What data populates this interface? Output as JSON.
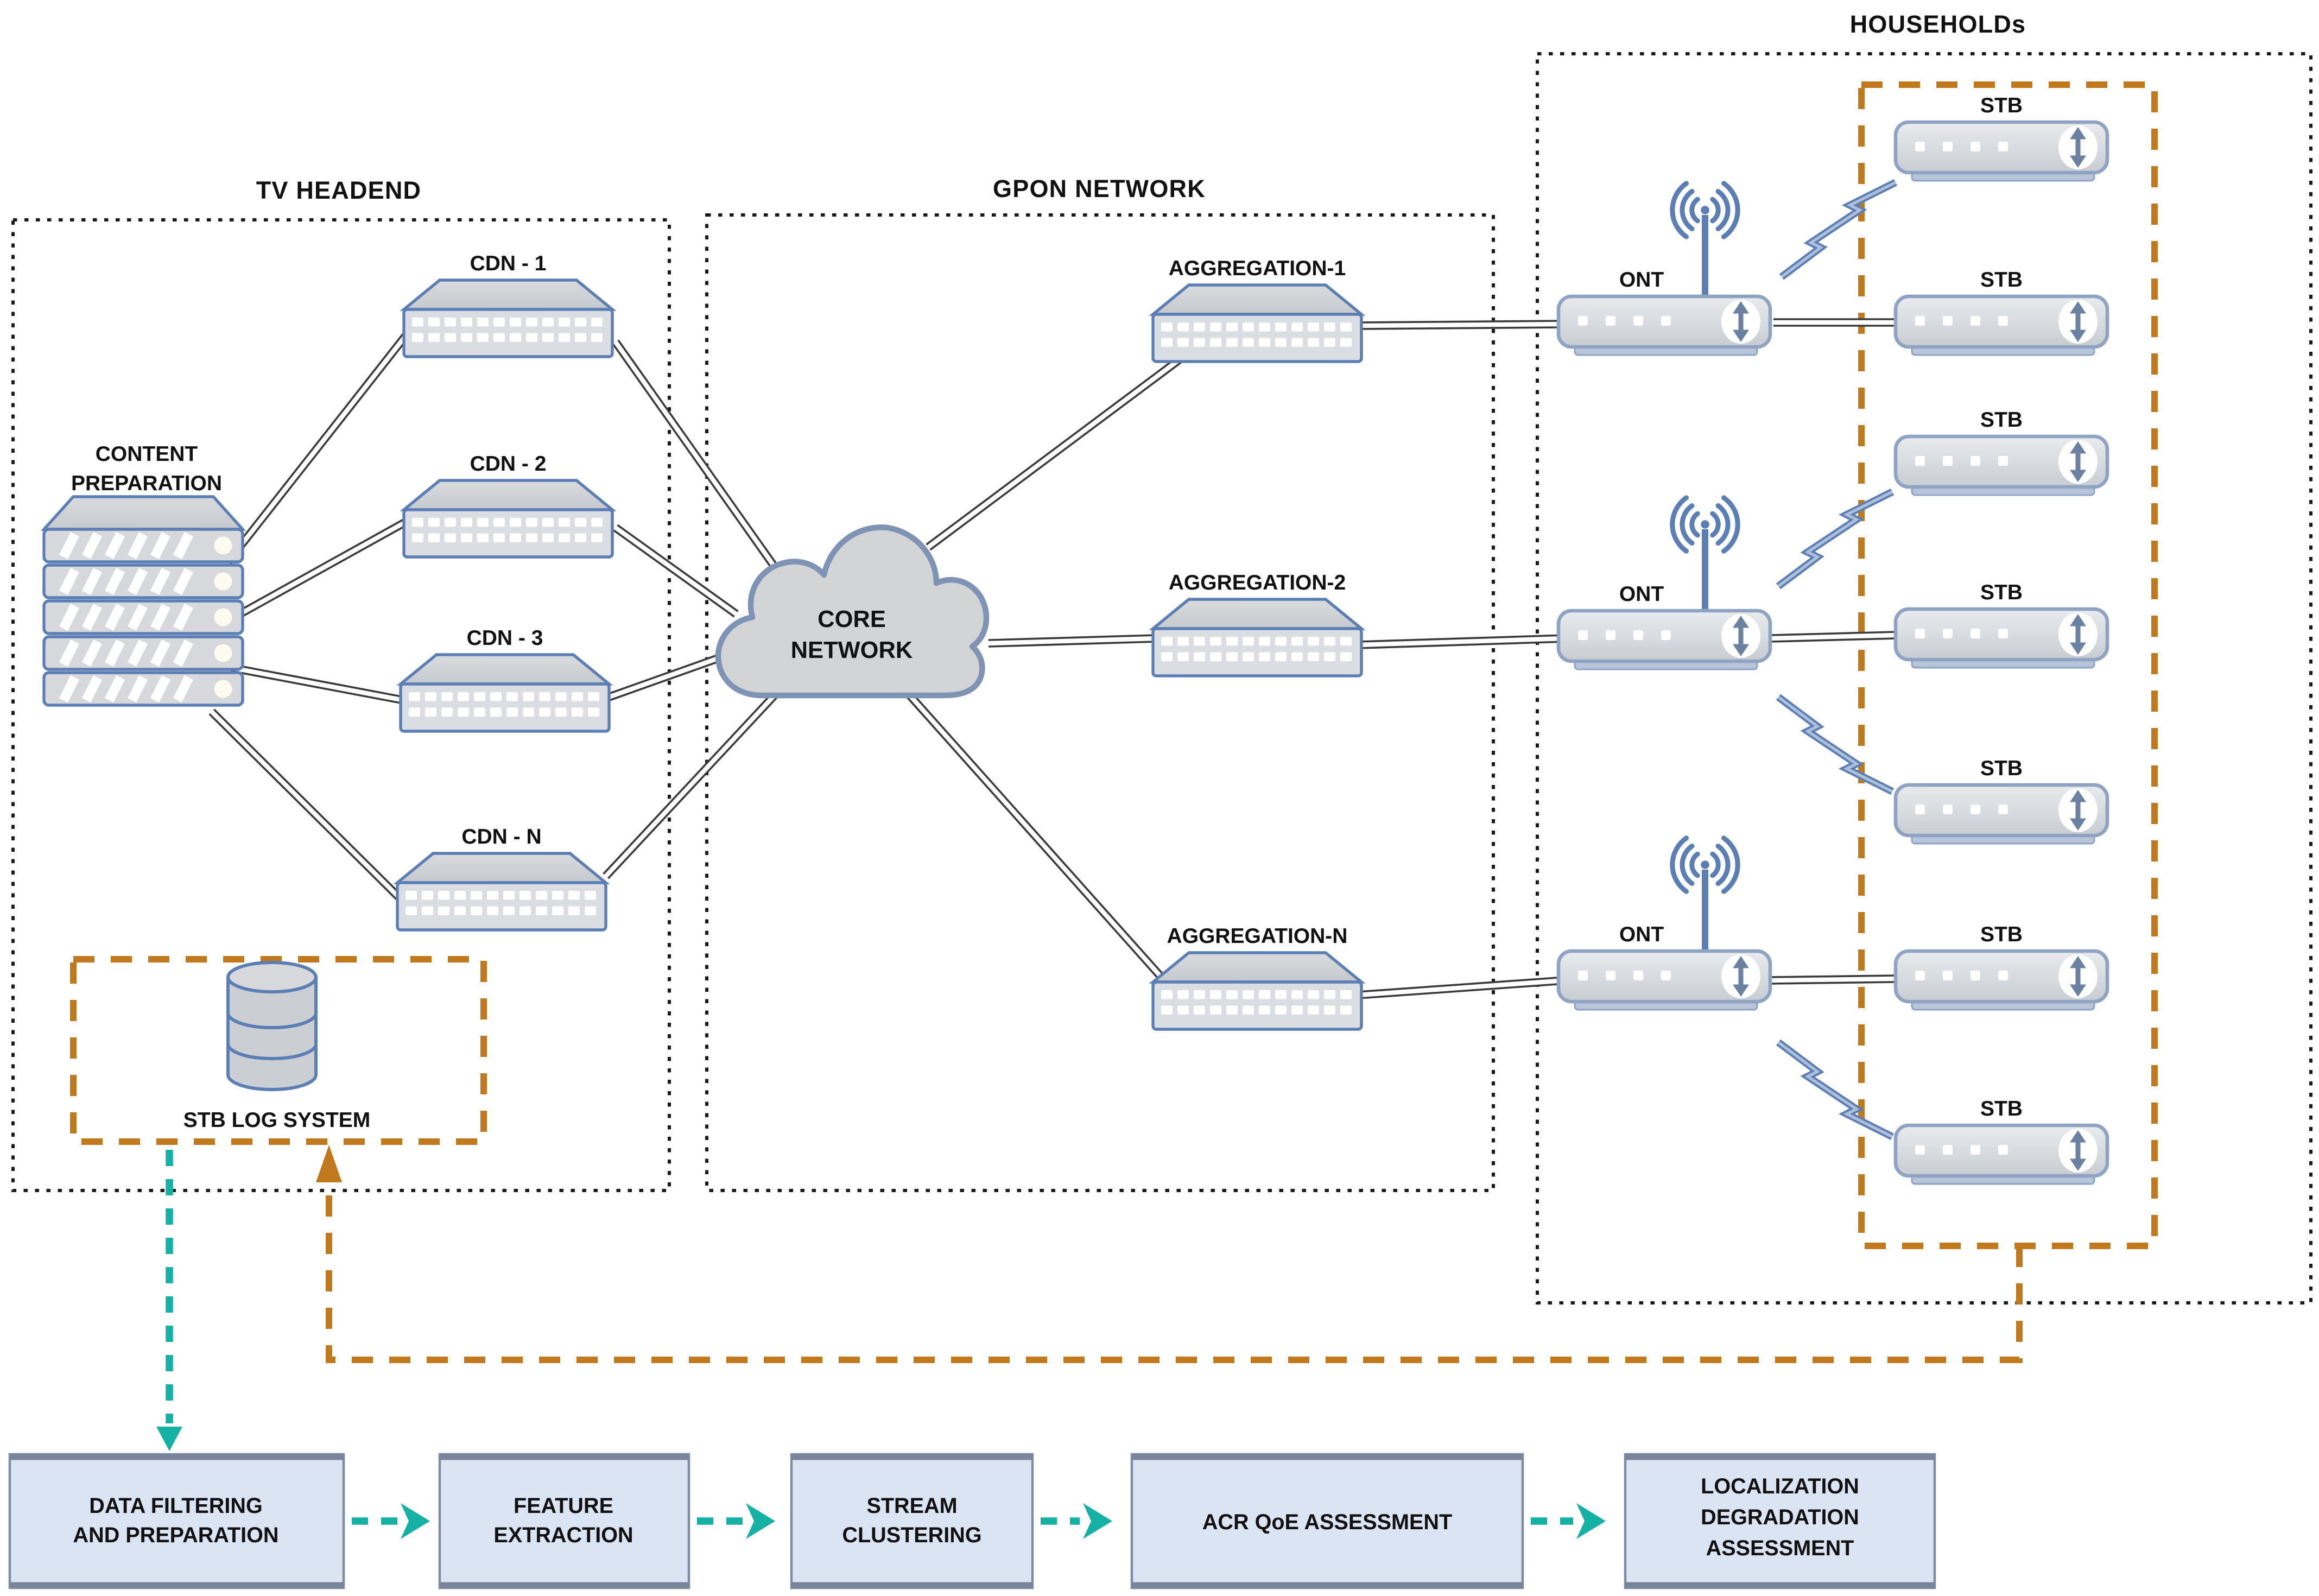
{
  "sections": {
    "tv_headend": {
      "label": "TV HEADEND"
    },
    "gpon": {
      "label": "GPON NETWORK"
    },
    "households": {
      "label": "HOUSEHOLDs"
    }
  },
  "nodes": {
    "content_preparation": {
      "label": [
        "CONTENT",
        "PREPARATION"
      ]
    },
    "cdns": [
      "CDN - 1",
      "CDN - 2",
      "CDN - 3",
      "CDN - N"
    ],
    "core_network": {
      "label": [
        "CORE",
        "NETWORK"
      ]
    },
    "aggregations": [
      "AGGREGATION-1",
      "AGGREGATION-2",
      "AGGREGATION-N"
    ],
    "ont_label": "ONT",
    "stb_label": "STB",
    "stb_log": {
      "label": "STB LOG SYSTEM"
    }
  },
  "pipeline": {
    "steps": [
      {
        "lines": [
          "DATA FILTERING",
          "AND PREPARATION"
        ]
      },
      {
        "lines": [
          "FEATURE",
          "EXTRACTION"
        ]
      },
      {
        "lines": [
          "STREAM",
          "CLUSTERING"
        ]
      },
      {
        "lines": [
          "ACR QoE ASSESSMENT"
        ]
      },
      {
        "lines": [
          "LOCALIZATION",
          "DEGRADATION",
          "ASSESSMENT"
        ]
      }
    ]
  },
  "colors": {
    "section_border": "#1a1a1a",
    "highlight_orange": "#c07a1d",
    "flow_teal": "#16b1a5",
    "device_outline": "#5b7fb5",
    "device_fill": "#d5d7da",
    "pipeline_fill": "#dbe4f3",
    "pipeline_border": "#7e8ca6",
    "wire": "#3a3a3a"
  }
}
